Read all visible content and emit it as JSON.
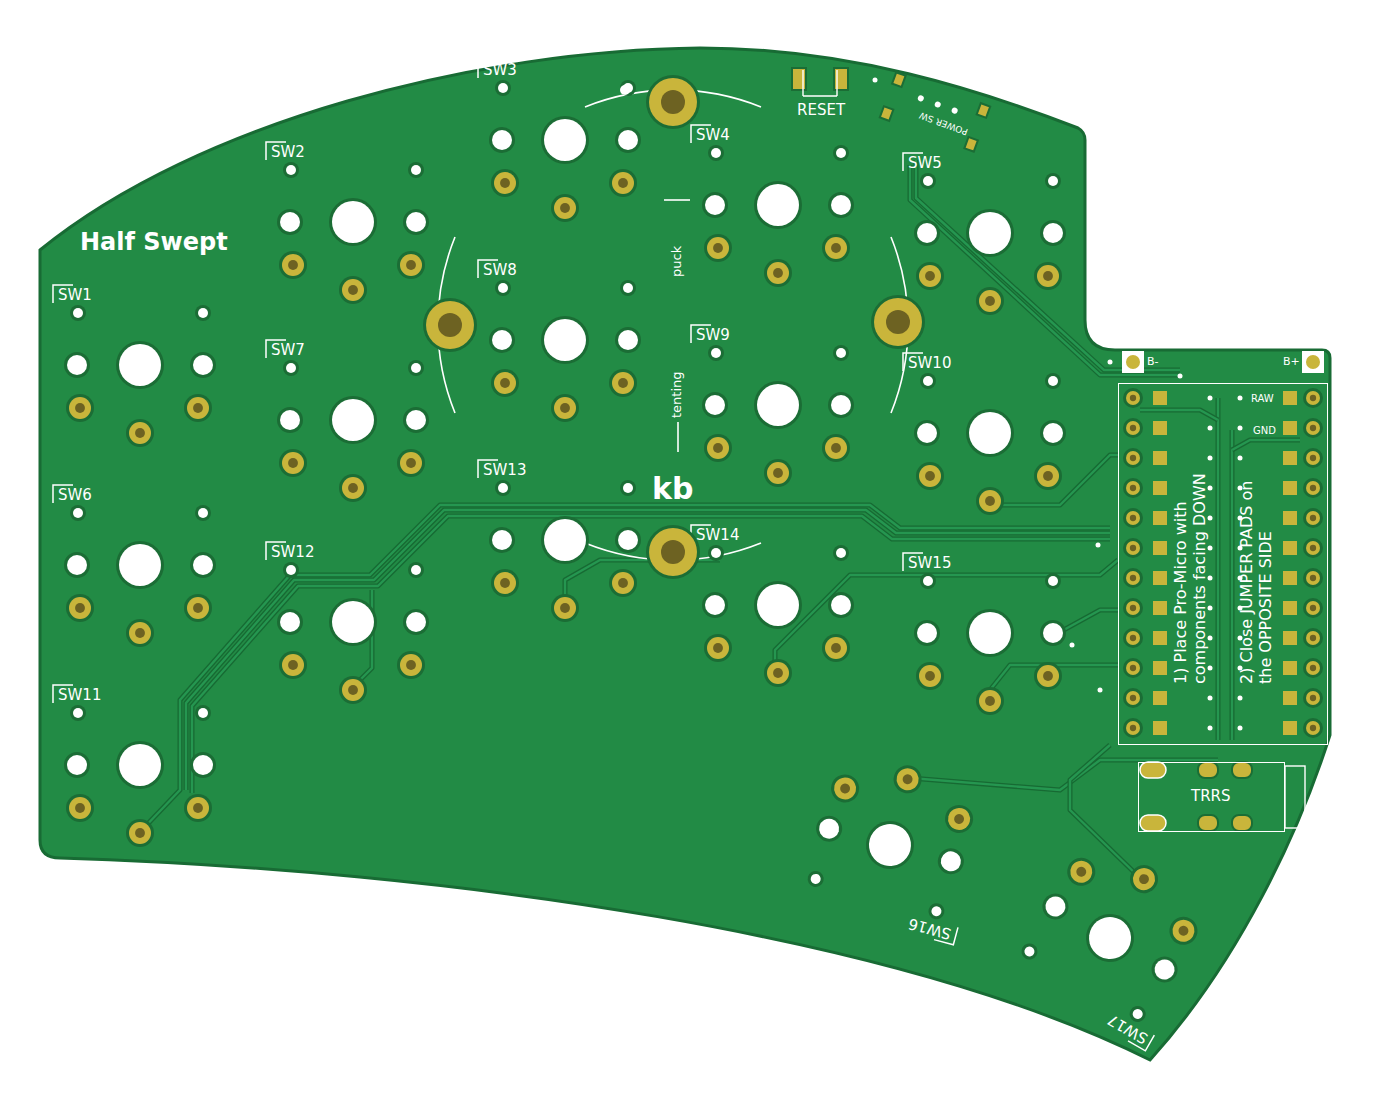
{
  "diagram": {
    "title": "Half Swept",
    "nodes": [
      {
        "text": [
          "RAW",
          "GND",
          "1) Place Pro-Micro with components facing DOWN",
          "2) Close JUMPER PADS on the OPPOSITE SIDE"
        ]
      },
      {
        "text": [
          "TRRS"
        ]
      }
    ],
    "labels": [
      "SW3",
      "RESET",
      "POWER SW",
      "SW4",
      "SW2",
      "SW5",
      "SW1",
      "SW8",
      "puck",
      "SW7",
      "SW9",
      "SW10",
      "B-",
      "B+",
      "tenting",
      "SW13",
      "kb",
      "SW6",
      "SW14",
      "SW12",
      "SW15",
      "SW11",
      "SW16",
      "SW17"
    ]
  }
}
